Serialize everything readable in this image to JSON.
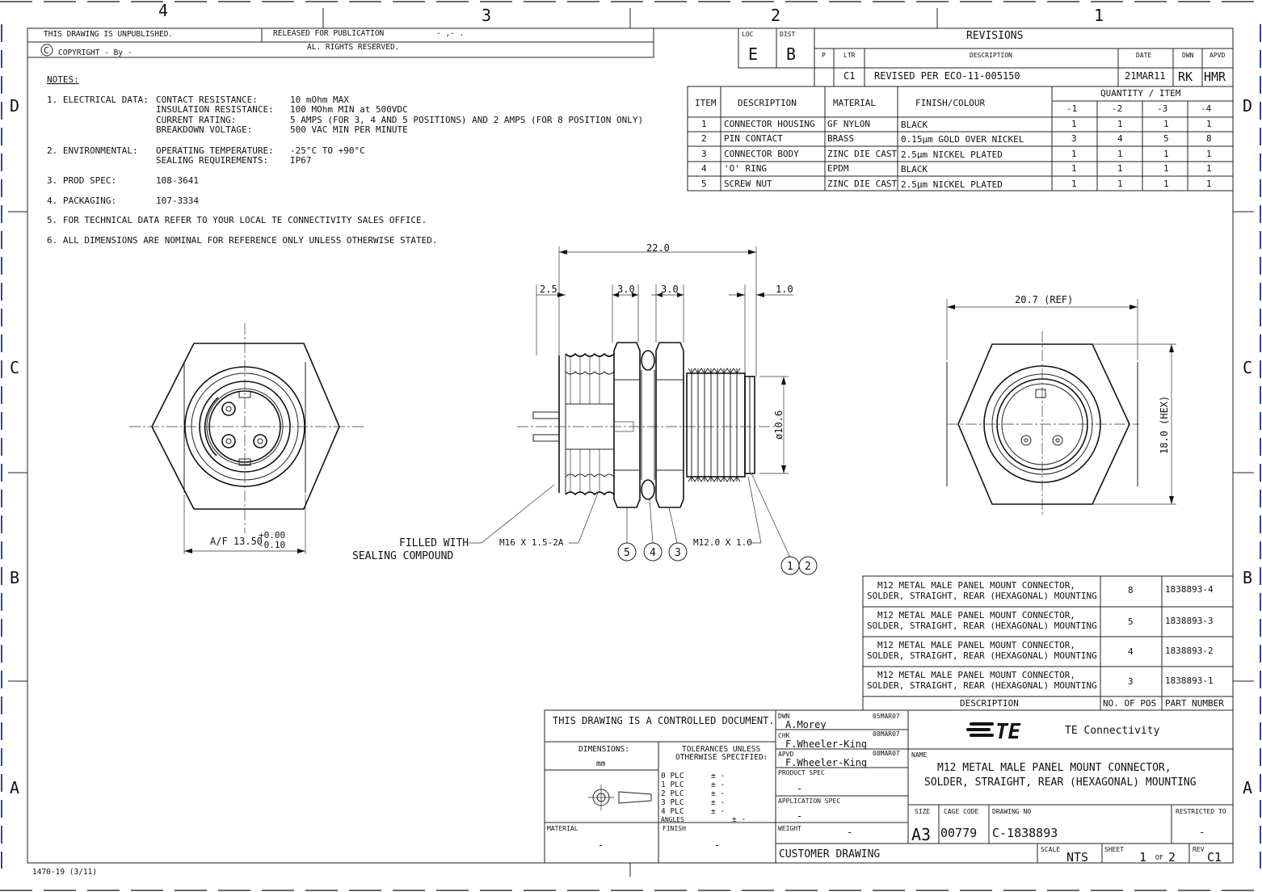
{
  "zones": {
    "top": [
      "4",
      "3",
      "2",
      "1"
    ],
    "side": [
      "D",
      "C",
      "B",
      "A"
    ]
  },
  "header": {
    "unpublished": "THIS DRAWING IS UNPUBLISHED.",
    "released": "RELEASED FOR PUBLICATION",
    "released_date": "- ,-   .",
    "copyright": "COPYRIGHT  -     By -",
    "rights": "AL. RIGHTS RESERVED."
  },
  "loc": {
    "loc_label": "LOC",
    "dist_label": "DIST",
    "loc": "E",
    "dist": "B"
  },
  "revisions": {
    "title": "REVISIONS",
    "headers": [
      "P",
      "LTR",
      "DESCRIPTION",
      "DATE",
      "DWN",
      "APVD"
    ],
    "row": {
      "ltr": "C1",
      "description": "REVISED PER ECO-11-005150",
      "date": "21MAR11",
      "dwn": "RK",
      "apvd": "HMR"
    }
  },
  "notes": {
    "heading": "NOTES:",
    "n1": "1. ELECTRICAL DATA:",
    "n1_lines": [
      {
        "label": "CONTACT RESISTANCE:",
        "value": "10 mOhm MAX"
      },
      {
        "label": "INSULATION RESISTANCE:",
        "value": "100 MOhm MIN at 500VDC"
      },
      {
        "label": "CURRENT RATING:",
        "value": "5 AMPS (FOR 3, 4 AND 5 POSITIONS) AND 2 AMPS (FOR 8 POSITION ONLY)"
      },
      {
        "label": "BREAKDOWN VOLTAGE:",
        "value": "500 VAC MIN PER MINUTE"
      }
    ],
    "n2": "2. ENVIRONMENTAL:",
    "n2_lines": [
      {
        "label": "OPERATING TEMPERATURE:",
        "value": "-25°C TO +90°C"
      },
      {
        "label": "SEALING REQUIREMENTS:",
        "value": "IP67"
      }
    ],
    "n3": "3. PROD SPEC:",
    "n3_value": "108-3641",
    "n4": "4. PACKAGING:",
    "n4_value": "107-3334",
    "n5": "5. FOR TECHNICAL DATA REFER TO YOUR LOCAL TE CONNECTIVITY SALES OFFICE.",
    "n6": "6. ALL DIMENSIONS ARE NOMINAL FOR REFERENCE ONLY UNLESS OTHERWISE STATED."
  },
  "bom": {
    "headers": {
      "item": "ITEM",
      "description": "DESCRIPTION",
      "material": "MATERIAL",
      "finish": "FINISH/COLOUR",
      "qty": "QUANTITY / ITEM"
    },
    "qty_cols": [
      "-1",
      "-2",
      "-3",
      "-4"
    ],
    "rows": [
      {
        "item": "1",
        "description": "CONNECTOR HOUSING",
        "material": "GF NYLON",
        "finish": "BLACK",
        "qty": [
          "1",
          "1",
          "1",
          "1"
        ]
      },
      {
        "item": "2",
        "description": "PIN CONTACT",
        "material": "BRASS",
        "finish": "0.15µm GOLD OVER NICKEL",
        "qty": [
          "3",
          "4",
          "5",
          "8"
        ]
      },
      {
        "item": "3",
        "description": "CONNECTOR BODY",
        "material": "ZINC DIE CAST",
        "finish": "2.5µm NICKEL PLATED",
        "qty": [
          "1",
          "1",
          "1",
          "1"
        ]
      },
      {
        "item": "4",
        "description": "'O' RING",
        "material": "EPDM",
        "finish": "BLACK",
        "qty": [
          "1",
          "1",
          "1",
          "1"
        ]
      },
      {
        "item": "5",
        "description": "SCREW NUT",
        "material": "ZINC DIE CAST",
        "finish": "2.5µm NICKEL PLATED",
        "qty": [
          "1",
          "1",
          "1",
          "1"
        ]
      }
    ]
  },
  "dims": {
    "af": "A/F 13.50",
    "af_plus": "+0.00",
    "af_minus": "-0.10",
    "d22": "22.0",
    "d25": "2.5",
    "d30a": "3.0",
    "d30b": "3.0",
    "d10": "1.0",
    "dia": "ø10.6",
    "ref": "20.7 (REF)",
    "hex": "18.0 (HEX)"
  },
  "callouts": {
    "filled1": "FILLED WITH",
    "filled2": "SEALING COMPOUND",
    "m16": "M16 X 1.5-2A",
    "m12": "M12.0 X 1.0",
    "balloons": [
      "5",
      "4",
      "3",
      "1",
      "2"
    ]
  },
  "variants": {
    "rows": [
      {
        "desc1": "M12 METAL MALE PANEL MOUNT CONNECTOR,",
        "desc2": "SOLDER, STRAIGHT, REAR (HEXAGONAL) MOUNTING",
        "pos": "8",
        "part": "1838893-4"
      },
      {
        "desc1": "M12 METAL MALE PANEL MOUNT CONNECTOR,",
        "desc2": "SOLDER, STRAIGHT, REAR (HEXAGONAL) MOUNTING",
        "pos": "5",
        "part": "1838893-3"
      },
      {
        "desc1": "M12 METAL MALE PANEL MOUNT CONNECTOR,",
        "desc2": "SOLDER, STRAIGHT, REAR (HEXAGONAL) MOUNTING",
        "pos": "4",
        "part": "1838893-2"
      },
      {
        "desc1": "M12 METAL MALE PANEL MOUNT CONNECTOR,",
        "desc2": "SOLDER, STRAIGHT, REAR (HEXAGONAL) MOUNTING",
        "pos": "3",
        "part": "1838893-1"
      }
    ],
    "footer": {
      "description": "DESCRIPTION",
      "pos": "NO. OF POS",
      "part": "PART NUMBER"
    }
  },
  "title_block": {
    "controlled": "THIS DRAWING IS A CONTROLLED DOCUMENT.",
    "dimensions": "DIMENSIONS:",
    "units": "mm",
    "tolerances1": "TOLERANCES UNLESS",
    "tolerances2": "OTHERWISE SPECIFIED:",
    "plc": [
      "0 PLC",
      "1 PLC",
      "2 PLC",
      "3 PLC",
      "4 PLC",
      "ANGLES"
    ],
    "plc_val": "± -",
    "material_label": "MATERIAL",
    "material": "-",
    "finish_label": "FINISH",
    "finish": "-",
    "dwn_label": "DWN",
    "dwn": "A.Morey",
    "dwn_date": "05MAR07",
    "chk_label": "CHK",
    "chk": "F.Wheeler-King",
    "chk_date": "08MAR07",
    "apvd_label": "APVD",
    "apvd": "F.Wheeler-King",
    "apvd_date": "08MAR07",
    "prod_spec_label": "PRODUCT SPEC",
    "prod_spec": "-",
    "app_spec_label": "APPLICATION SPEC",
    "app_spec": "-",
    "weight_label": "WEIGHT",
    "weight": "-",
    "customer": "CUSTOMER DRAWING",
    "company": "TE Connectivity",
    "logo": "TE",
    "name_label": "NAME",
    "name1": "M12 METAL MALE PANEL MOUNT CONNECTOR,",
    "name2": "SOLDER, STRAIGHT, REAR (HEXAGONAL) MOUNTING",
    "size_label": "SIZE",
    "size": "A3",
    "cage_label": "CAGE CODE",
    "cage": "00779",
    "drawing_label": "DRAWING NO",
    "drawing": "C-1838893",
    "restricted_label": "RESTRICTED TO",
    "restricted": "-",
    "scale_label": "SCALE",
    "scale": "NTS",
    "sheet_label": "SHEET",
    "sheet": "1",
    "of": "OF",
    "sheets": "2",
    "rev_label": "REV",
    "rev": "C1"
  },
  "form_no": "1470-19 (3/11)"
}
